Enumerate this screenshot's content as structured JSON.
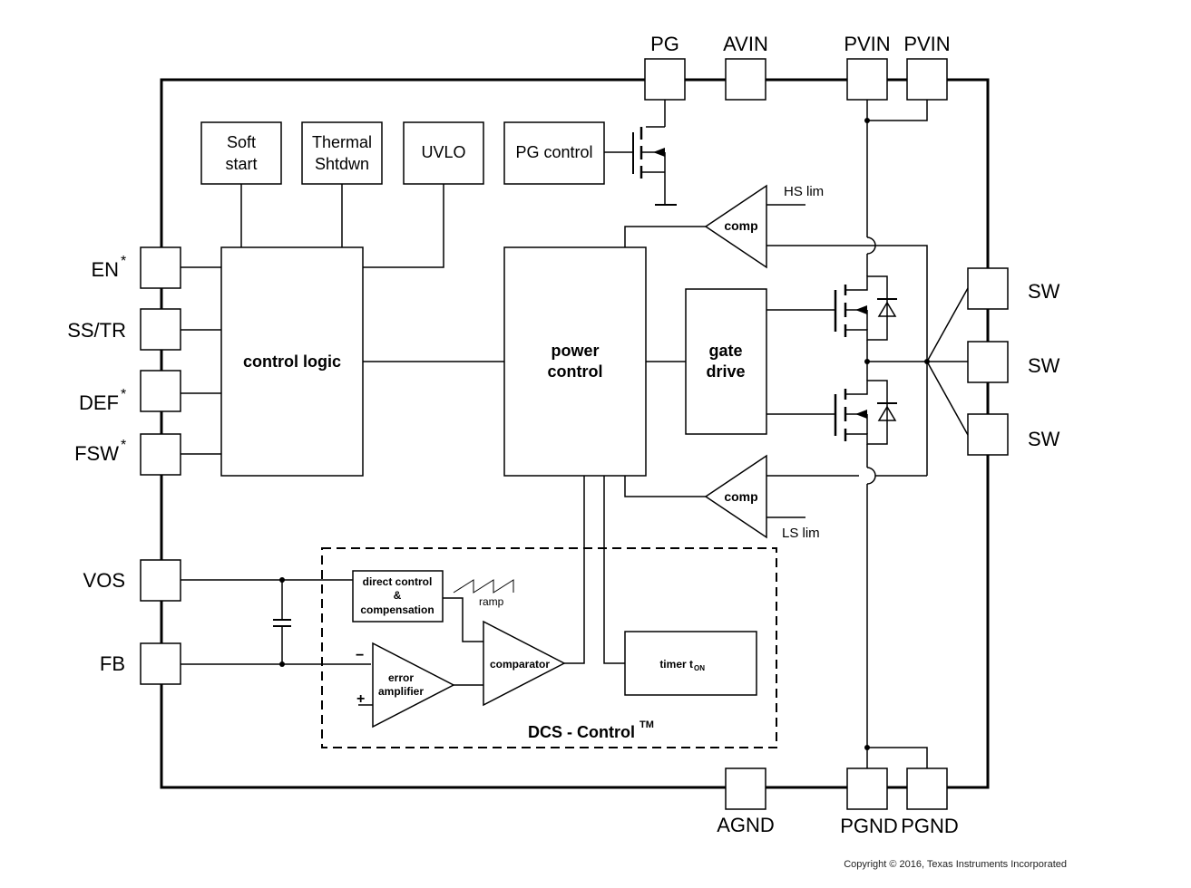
{
  "pins": {
    "pg": "PG",
    "avin": "AVIN",
    "pvin_1": "PVIN",
    "pvin_2": "PVIN",
    "en": "EN",
    "ss_tr": "SS/TR",
    "def": "DEF",
    "fsw": "FSW",
    "vos": "VOS",
    "fb": "FB",
    "sw_1": "SW",
    "sw_2": "SW",
    "sw_3": "SW",
    "agnd": "AGND",
    "pgnd_1": "PGND",
    "pgnd_2": "PGND",
    "asterisk": "*"
  },
  "blocks": {
    "soft_start_1": "Soft",
    "soft_start_2": "start",
    "thermal_1": "Thermal",
    "thermal_2": "Shtdwn",
    "uvlo": "UVLO",
    "pg_control": "PG control",
    "control_logic": "control logic",
    "power_control_1": "power",
    "power_control_2": "control",
    "gate_drive_1": "gate",
    "gate_drive_2": "drive",
    "comp_hs": "comp",
    "comp_ls": "comp",
    "hs_lim": "HS lim",
    "ls_lim": "LS lim",
    "direct_control_1": "direct control",
    "direct_control_2": "&",
    "direct_control_3": "compensation",
    "ramp": "ramp",
    "error_amp_1": "error",
    "error_amp_2": "amplifier",
    "minus": "−",
    "plus": "+",
    "comparator": "comparator",
    "timer": "timer t",
    "timer_sub": "ON",
    "dcs_control": "DCS - Control",
    "dcs_tm": "TM"
  },
  "footer": {
    "copyright": "Copyright © 2016, Texas Instruments Incorporated"
  }
}
